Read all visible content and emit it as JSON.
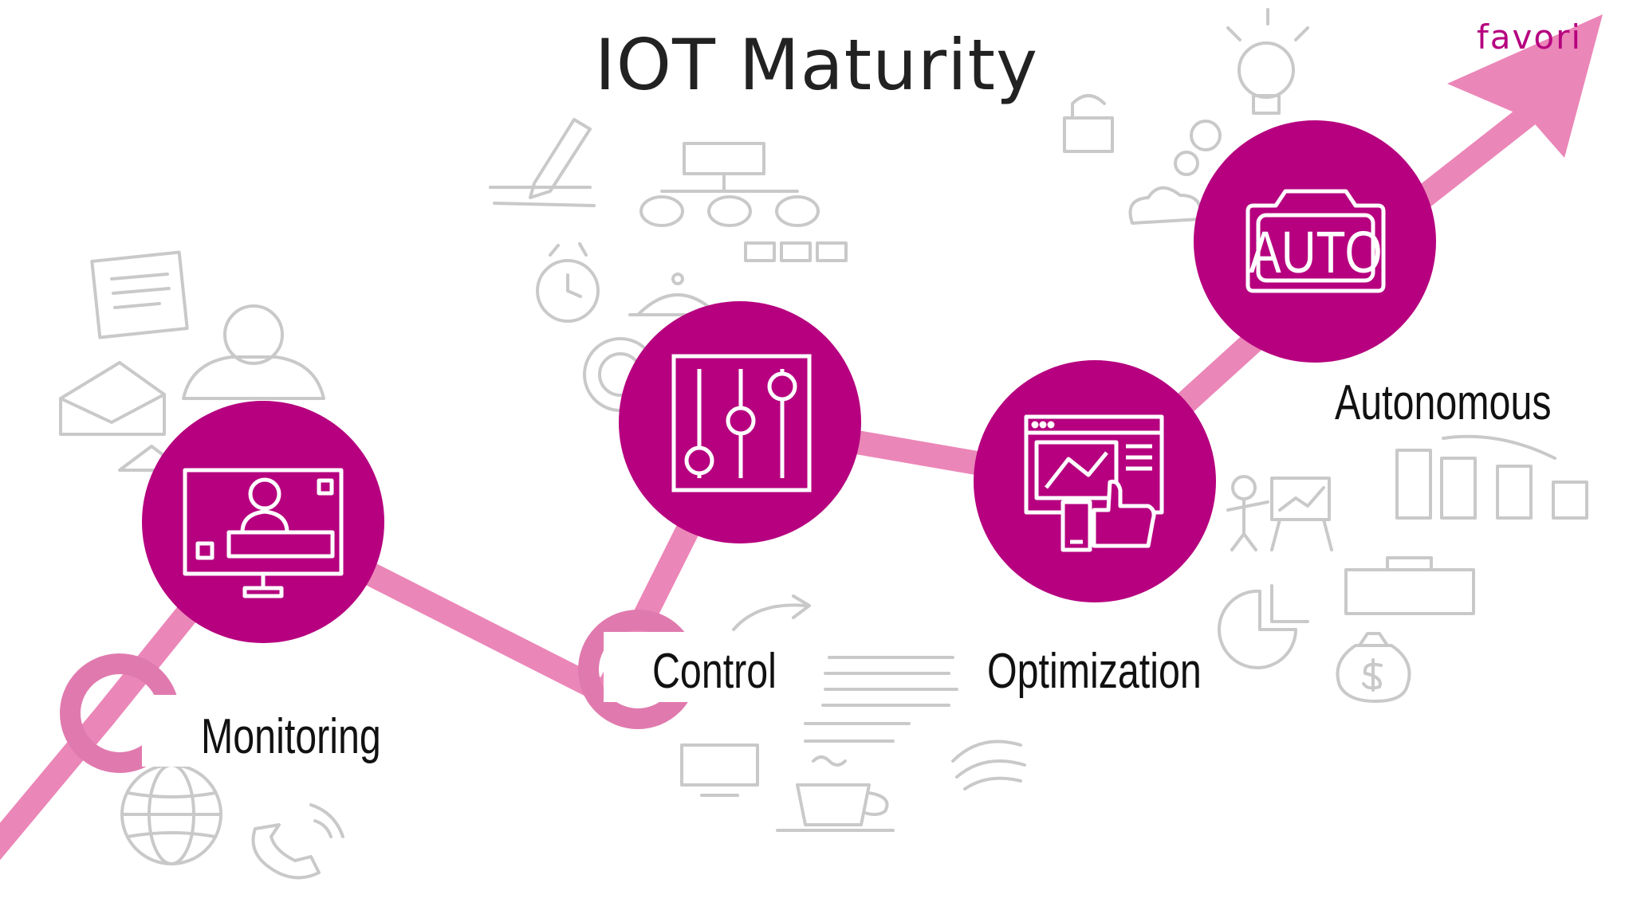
{
  "slide": {
    "title": "IOT Maturity",
    "brand": "favoriot",
    "brand_visible": "favori"
  },
  "colors": {
    "accent": "#B6007F",
    "path": "#EB86B8",
    "text": "#111111",
    "sketch": "#C9C9C9"
  },
  "stages": [
    {
      "label": "Monitoring",
      "icon": "monitor-user-icon"
    },
    {
      "label": "Control",
      "icon": "sliders-icon"
    },
    {
      "label": "Optimization",
      "icon": "analytics-thumbs-up-icon"
    },
    {
      "label": "Autonomous",
      "icon": "auto-camera-icon"
    }
  ]
}
